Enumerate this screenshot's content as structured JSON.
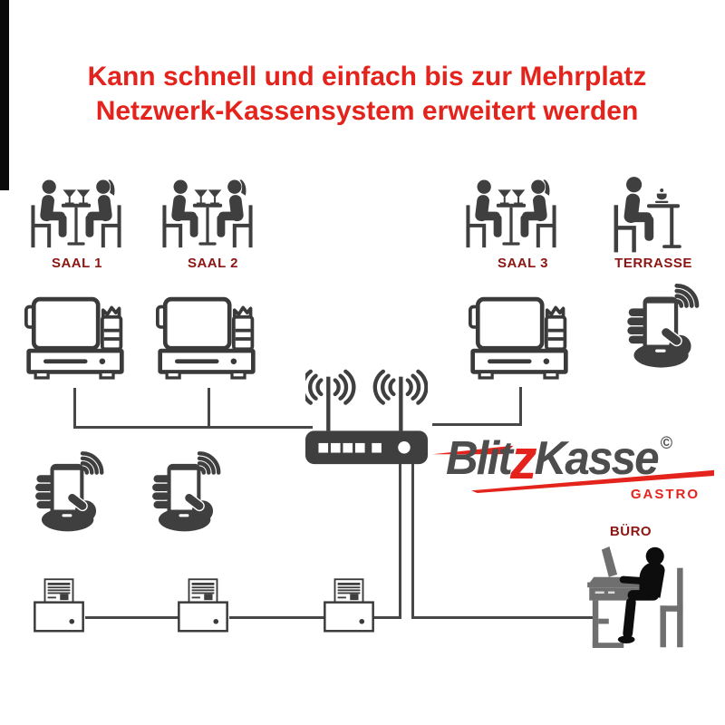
{
  "title": {
    "line1": "Kann schnell und einfach bis zur Mehrplatz",
    "line2": "Netzwerk-Kassensystem erweitert werden"
  },
  "zones": {
    "saal1": {
      "label": "SAAL 1"
    },
    "saal2": {
      "label": "SAAL 2"
    },
    "saal3": {
      "label": "SAAL 3"
    },
    "terrasse": {
      "label": "TERRASSE"
    },
    "buero": {
      "label": "BÜRO"
    }
  },
  "logo": {
    "part1": "Blit",
    "accent": "z",
    "part2": "Kasse",
    "copyright": "©",
    "subtitle": "GASTRO"
  },
  "icons": {
    "diners": "diners-table-icon",
    "single_diner": "single-diner-table-icon",
    "pos": "pos-terminal-icon",
    "router": "wifi-router-icon",
    "handheld": "handheld-order-device-icon",
    "printer": "receipt-printer-icon",
    "office": "office-desk-worker-icon"
  },
  "colors": {
    "headline": "#e3231c",
    "zone_label": "#8c1613",
    "icon": "#3f3f3f",
    "line": "#474747",
    "logo_text": "#4d4d4d",
    "logo_accent": "#e3231c"
  }
}
